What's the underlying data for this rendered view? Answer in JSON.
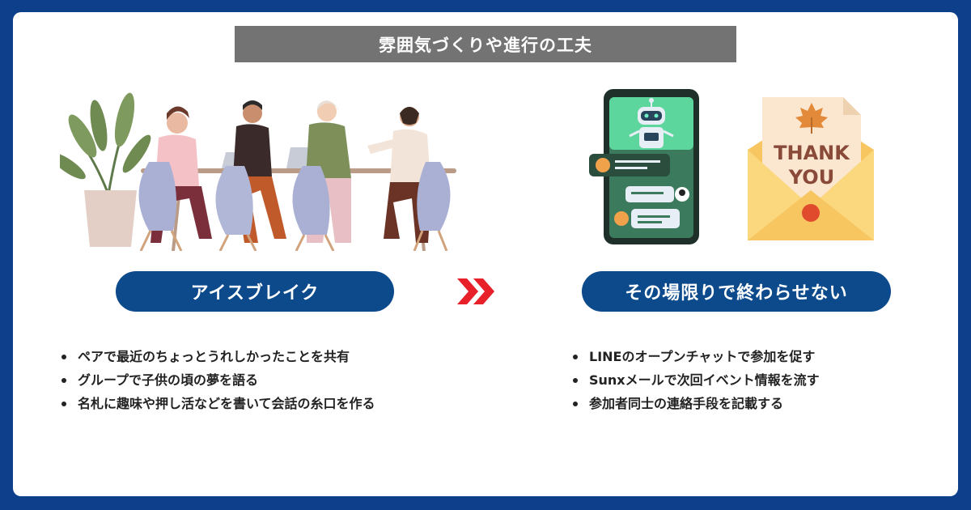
{
  "header": {
    "title": "雰囲気づくりや進行の工夫"
  },
  "left": {
    "label": "アイスブレイク",
    "items": [
      "ペアで最近のちょっとうれしかったことを共有",
      "グループで子供の頃の夢を語る",
      "名札に趣味や押し活などを書いて会話の糸口を作る"
    ]
  },
  "right": {
    "label": "その場限りで終わらせない",
    "items": [
      "LINEのオープンチャットで参加を促す",
      "Sunxメールで次回イベント情報を流す",
      "参加者同士の連絡手段を記載する"
    ],
    "card_text": [
      "THANK",
      "YOU"
    ]
  },
  "colors": {
    "frame": "#0d3f8a",
    "pill": "#0c4a8c",
    "title_bar": "#737373",
    "chevron": "#e8202a"
  },
  "icons": [
    "meeting-people-illustration",
    "chatbot-phone-illustration",
    "thank-you-envelope-illustration",
    "double-chevron-right-icon"
  ]
}
